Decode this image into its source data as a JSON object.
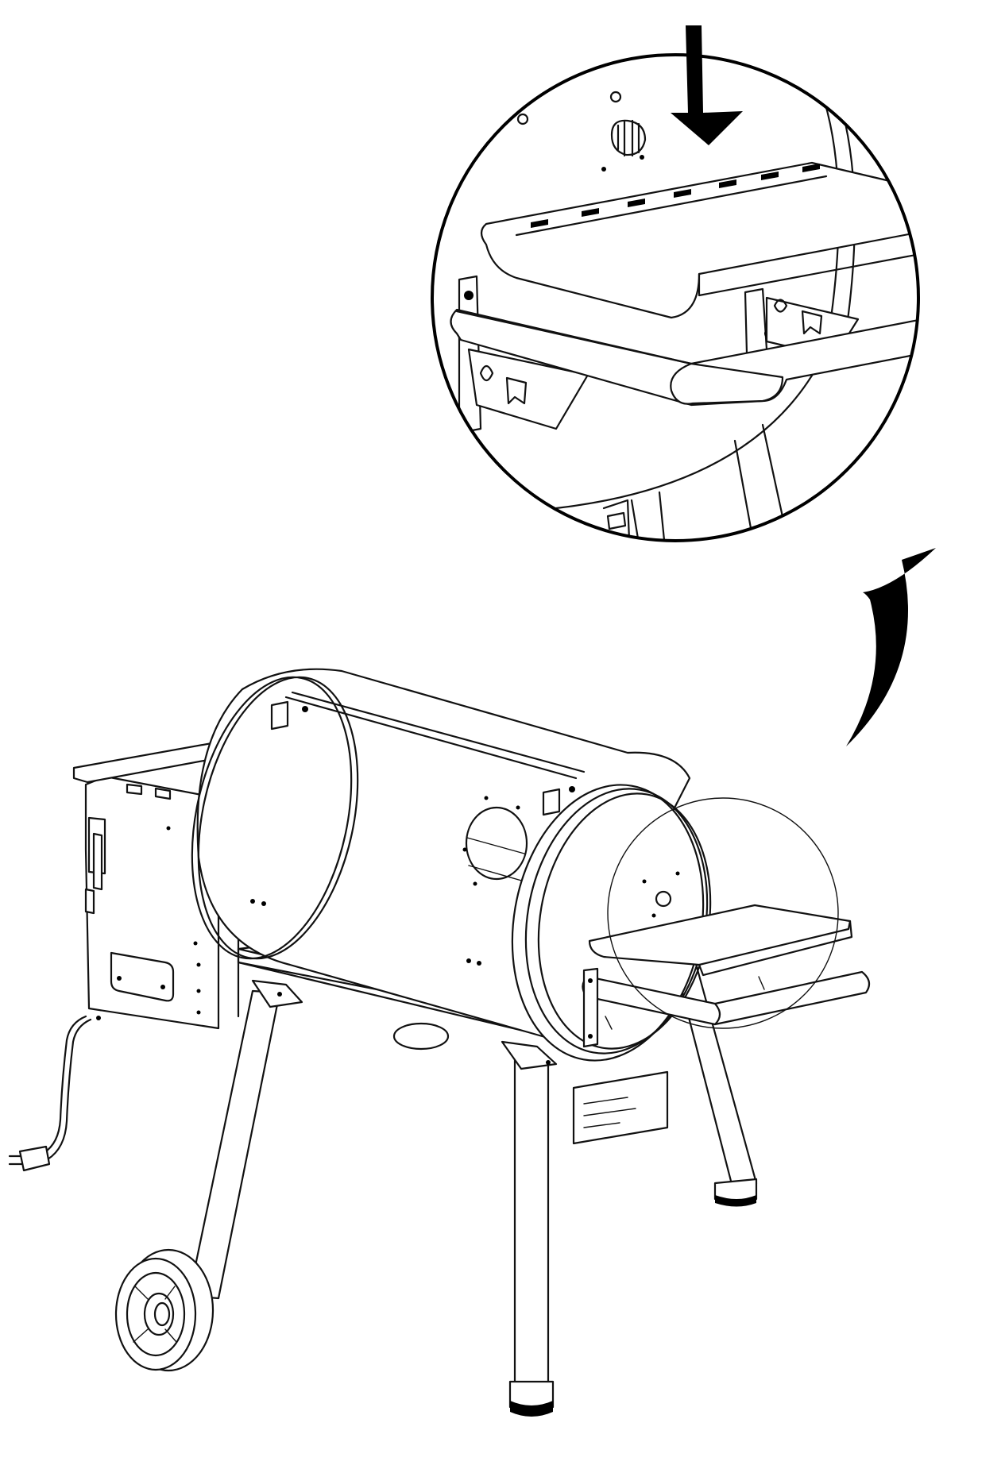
{
  "diagram": {
    "kind": "assembly-illustration",
    "text_labels": [],
    "parts": [
      {
        "name": "grill-barrel",
        "shape": "cylinder"
      },
      {
        "name": "pellet-hopper",
        "shape": "box"
      },
      {
        "name": "side-shelf",
        "shape": "folding-shelf"
      },
      {
        "name": "handle",
        "shape": "tube-bar"
      },
      {
        "name": "legs",
        "count": 4
      },
      {
        "name": "wheels",
        "count": 2
      },
      {
        "name": "bottom-shelf",
        "shape": "panel"
      },
      {
        "name": "power-cord",
        "shape": "cable"
      }
    ],
    "callout": {
      "shape": "circle",
      "detail": "side-shelf-installation"
    },
    "arrows": [
      {
        "name": "insert-direction-arrow",
        "direction": "down"
      },
      {
        "name": "zoom-arrow",
        "direction": "curved"
      }
    ],
    "colors": {
      "line": "#111111",
      "fill": "#ffffff",
      "arrow": "#000000"
    }
  }
}
